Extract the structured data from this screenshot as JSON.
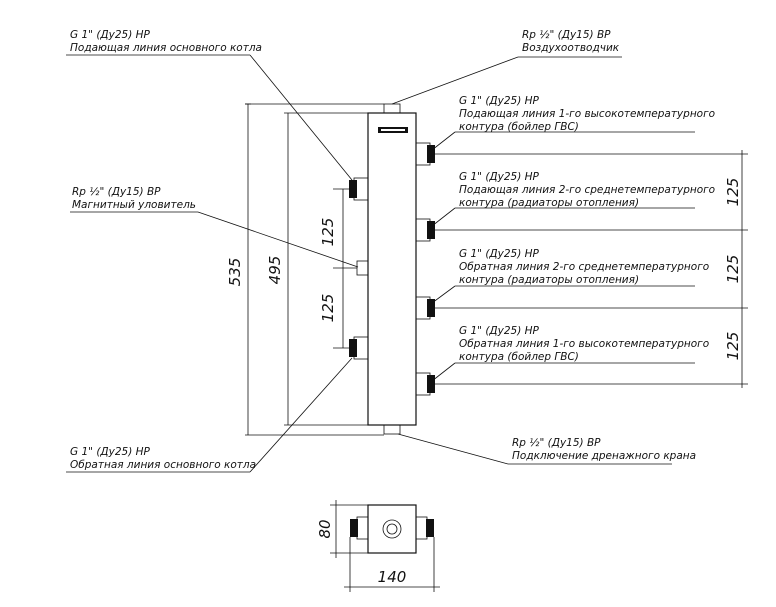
{
  "labels": {
    "main_supply": {
      "line1": "G 1\" (Ду25) НР",
      "line2": "Подающая линия основного котла"
    },
    "air_vent": {
      "line1": "Rp ½\" (Ду15) ВР",
      "line2": "Воздухоотводчик"
    },
    "circuit1_supply": {
      "line1": "G 1\" (Ду25) НР",
      "line2": "Подающая линия 1-го высокотемпературного",
      "line3": "контура (бойлер ГВС)"
    },
    "circuit2_supply": {
      "line1": "G 1\" (Ду25) НР",
      "line2": "Подающая линия 2-го среднетемпературного",
      "line3": "контура (радиаторы отопления)"
    },
    "magnetic_trap": {
      "line1": "Rp ½\" (Ду15) ВР",
      "line2": "Магнитный уловитель"
    },
    "circuit2_return": {
      "line1": "G 1\" (Ду25) НР",
      "line2": "Обратная линия 2-го среднетемпературного",
      "line3": "контура (радиаторы отопления)"
    },
    "circuit1_return": {
      "line1": "G 1\" (Ду25) НР",
      "line2": "Обратная линия 1-го высокотемпературного",
      "line3": "контура (бойлер ГВС)"
    },
    "main_return": {
      "line1": "G 1\" (Ду25) НР",
      "line2": "Обратная линия основного котла"
    },
    "drain": {
      "line1": "Rp ½\" (Ду15) ВР",
      "line2": "Подключение дренажного крана"
    }
  },
  "dimensions": {
    "total_height": "535",
    "body_height": "495",
    "left_upper": "125",
    "left_lower": "125",
    "right_1": "125",
    "right_2": "125",
    "right_3": "125",
    "depth": "80",
    "width": "140"
  },
  "colors": {
    "line": "#111111",
    "background": "#ffffff"
  }
}
